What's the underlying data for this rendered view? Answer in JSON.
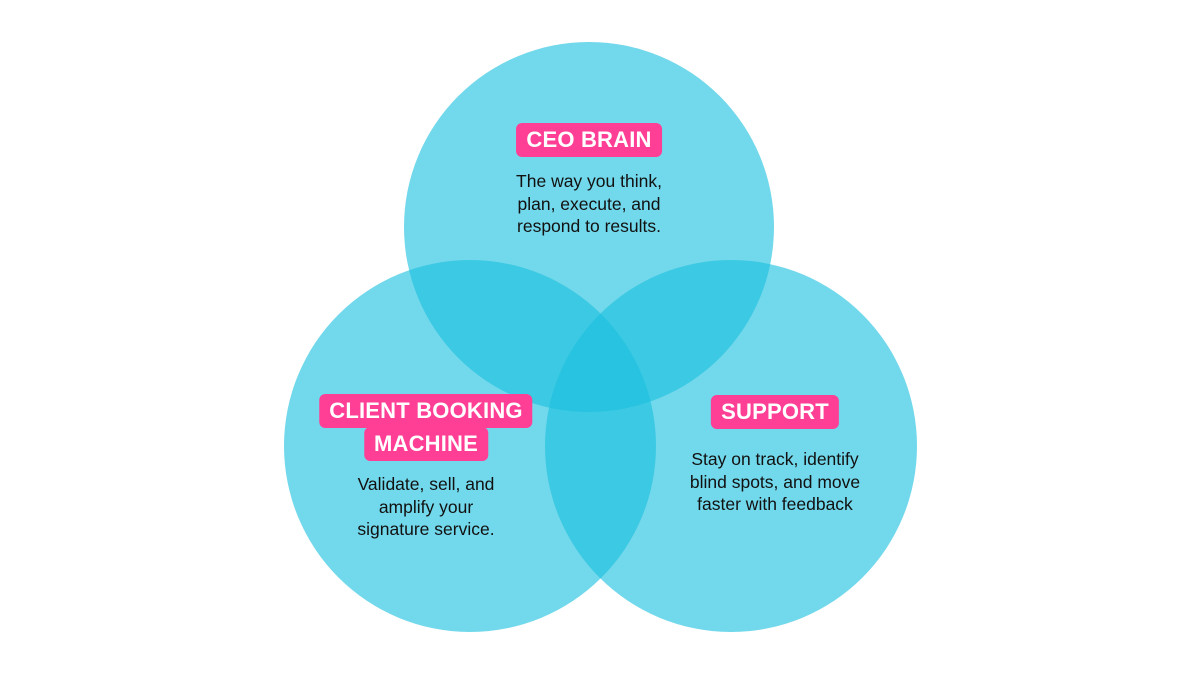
{
  "diagram": {
    "type": "venn",
    "colors": {
      "circle": "#1cc0de",
      "tag": "#ff3f96",
      "tag_text": "#ffffff",
      "text": "#111111"
    },
    "sets": [
      {
        "id": "ceo-brain",
        "label_lines": [
          "CEO BRAIN"
        ],
        "description_lines": [
          "The way you think,",
          "plan, execute, and",
          "respond to results."
        ]
      },
      {
        "id": "client-booking-machine",
        "label_lines": [
          "CLIENT BOOKING",
          "MACHINE"
        ],
        "description_lines": [
          "Validate, sell, and",
          "amplify your",
          "signature service."
        ]
      },
      {
        "id": "support",
        "label_lines": [
          "SUPPORT"
        ],
        "description_lines": [
          "Stay on track, identify",
          "blind spots, and move",
          "faster with feedback"
        ]
      }
    ]
  }
}
